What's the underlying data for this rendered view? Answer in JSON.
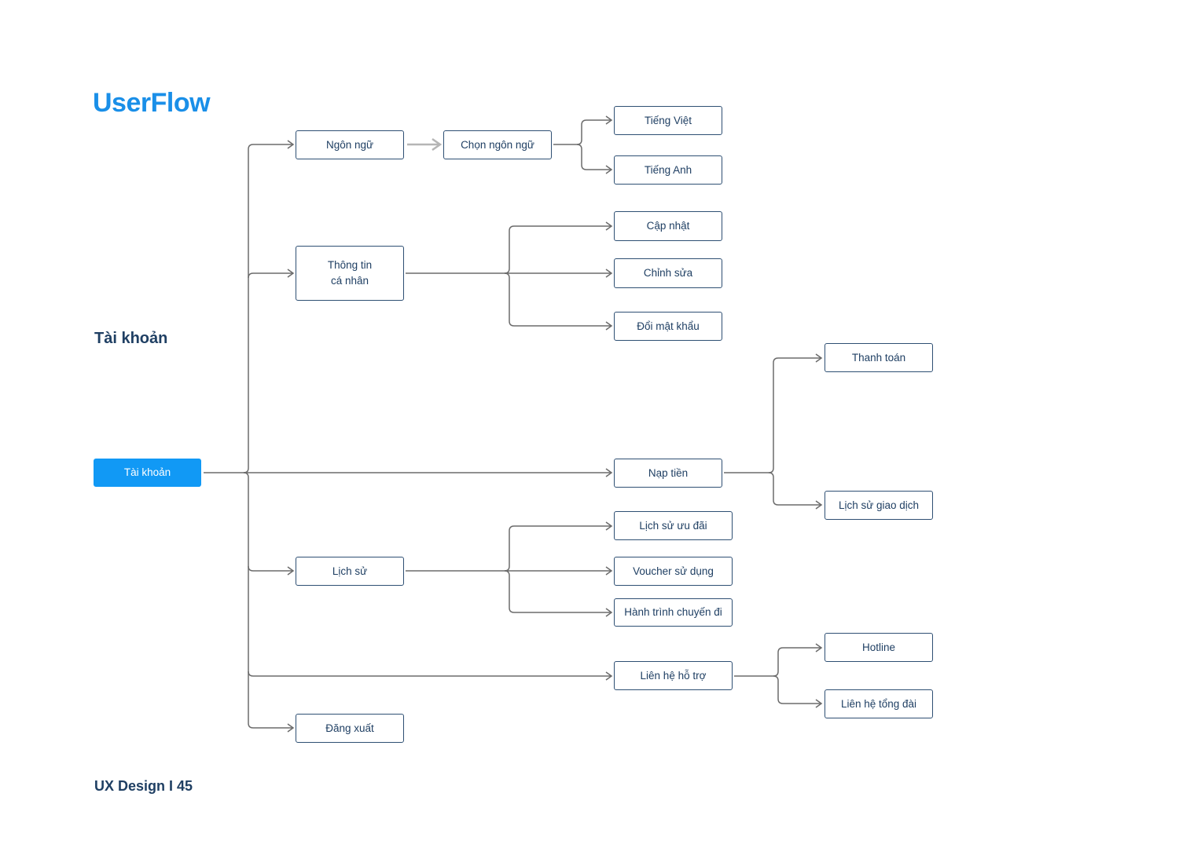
{
  "title": "UserFlow",
  "section_label": "Tài khoản",
  "footer": "UX Design I 45",
  "nodes": {
    "root": "Tài khoản",
    "language": "Ngôn ngữ",
    "choose_language": "Chọn ngôn ngữ",
    "vietnamese": "Tiếng Việt",
    "english": "Tiếng Anh",
    "personal_info_line1": "Thông tin",
    "personal_info_line2": "cá nhân",
    "update": "Cập nhật",
    "edit": "Chỉnh sửa",
    "change_password": "Đổi mật khẩu",
    "top_up": "Nạp tiền",
    "payment": "Thanh toán",
    "transaction_history": "Lịch sử giao dịch",
    "history": "Lịch sử",
    "promo_history": "Lịch sử ưu đãi",
    "voucher_used": "Voucher sử dụng",
    "trip_journey": "Hành trình chuyến đi",
    "contact_support": "Liên hệ hỗ trợ",
    "hotline": "Hotline",
    "call_center": "Liên hệ tổng đài",
    "logout": "Đăng xuất"
  },
  "colors": {
    "accent": "#1199f5",
    "title": "#1a8fe8",
    "node_border": "#2e4f73",
    "text": "#1f3f63",
    "connector": "#6b6b6b",
    "connector_light": "#b5b5b5"
  }
}
